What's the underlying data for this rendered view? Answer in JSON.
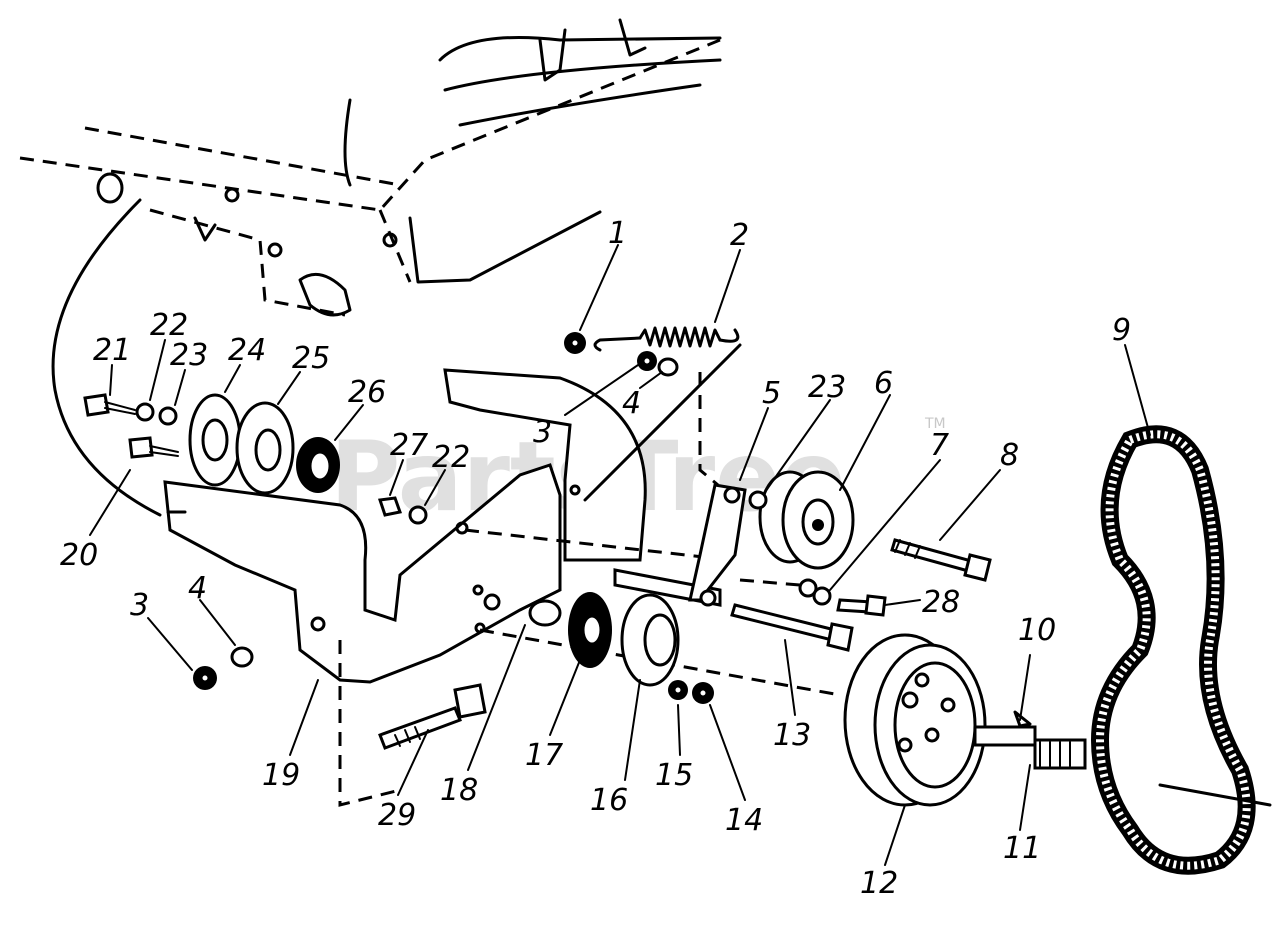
{
  "watermark": "PartsTree",
  "trademark": "TM",
  "callouts": [
    {
      "id": "1",
      "label": "1"
    },
    {
      "id": "2",
      "label": "2"
    },
    {
      "id": "3a",
      "label": "3"
    },
    {
      "id": "4a",
      "label": "4"
    },
    {
      "id": "5",
      "label": "5"
    },
    {
      "id": "23a",
      "label": "23"
    },
    {
      "id": "6",
      "label": "6"
    },
    {
      "id": "7",
      "label": "7"
    },
    {
      "id": "8",
      "label": "8"
    },
    {
      "id": "9",
      "label": "9"
    },
    {
      "id": "10",
      "label": "10"
    },
    {
      "id": "11",
      "label": "11"
    },
    {
      "id": "12",
      "label": "12"
    },
    {
      "id": "13",
      "label": "13"
    },
    {
      "id": "14",
      "label": "14"
    },
    {
      "id": "15",
      "label": "15"
    },
    {
      "id": "16",
      "label": "16"
    },
    {
      "id": "17",
      "label": "17"
    },
    {
      "id": "18",
      "label": "18"
    },
    {
      "id": "19",
      "label": "19"
    },
    {
      "id": "20",
      "label": "20"
    },
    {
      "id": "21",
      "label": "21"
    },
    {
      "id": "22a",
      "label": "22"
    },
    {
      "id": "23b",
      "label": "23"
    },
    {
      "id": "24",
      "label": "24"
    },
    {
      "id": "25",
      "label": "25"
    },
    {
      "id": "26",
      "label": "26"
    },
    {
      "id": "27",
      "label": "27"
    },
    {
      "id": "22b",
      "label": "22"
    },
    {
      "id": "28",
      "label": "28"
    },
    {
      "id": "29",
      "label": "29"
    },
    {
      "id": "3b",
      "label": "3"
    },
    {
      "id": "4b",
      "label": "4"
    }
  ]
}
